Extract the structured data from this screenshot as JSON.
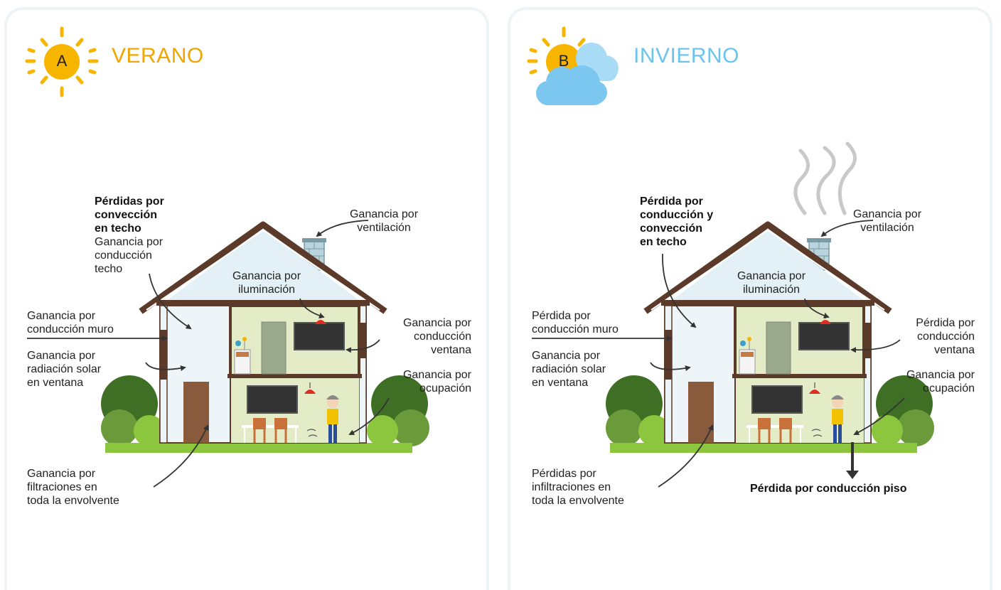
{
  "panel_a": {
    "badge": "A",
    "title": "VERANO",
    "labels": {
      "roof_bold": "Pérdidas por\nconvección\nen techo",
      "roof": "Ganancia por\nconducción\ntecho",
      "ventilation": "Ganancia por\nventilación",
      "lighting": "Ganancia por\niluminación",
      "wall": "Ganancia por\nconducción muro",
      "window_conduction": "Ganancia por\nconducción\nventana",
      "solar": "Ganancia por\nradiación solar\nen ventana",
      "occupancy": "Ganancia por\nocupación",
      "infiltration": "Ganancia por\nfiltraciones en\ntoda la envolvente"
    }
  },
  "panel_b": {
    "badge": "B",
    "title": "INVIERNO",
    "labels": {
      "roof_bold": "Pérdida por\nconducción y\nconvección\nen techo",
      "ventilation": "Ganancia por\nventilación",
      "lighting": "Ganancia por\niluminación",
      "wall": "Pérdida por\nconducción muro",
      "window_conduction": "Pérdida por\nconducción\nventana",
      "solar": "Ganancia por\nradiación solar\nen ventana",
      "occupancy": "Ganancia por\nocupación",
      "infiltration": "Pérdidas por\ninfiltraciones en\ntoda la envolvente",
      "floor_bold": "Pérdida por conducción piso"
    }
  },
  "colors": {
    "sun": "#f7b500",
    "summer_title": "#f0a500",
    "winter_title": "#6cc4ec",
    "cloud": "#7cc7ef",
    "grass": "#8cc63f",
    "roof": "#5b3a29",
    "arrow": "#333333"
  }
}
